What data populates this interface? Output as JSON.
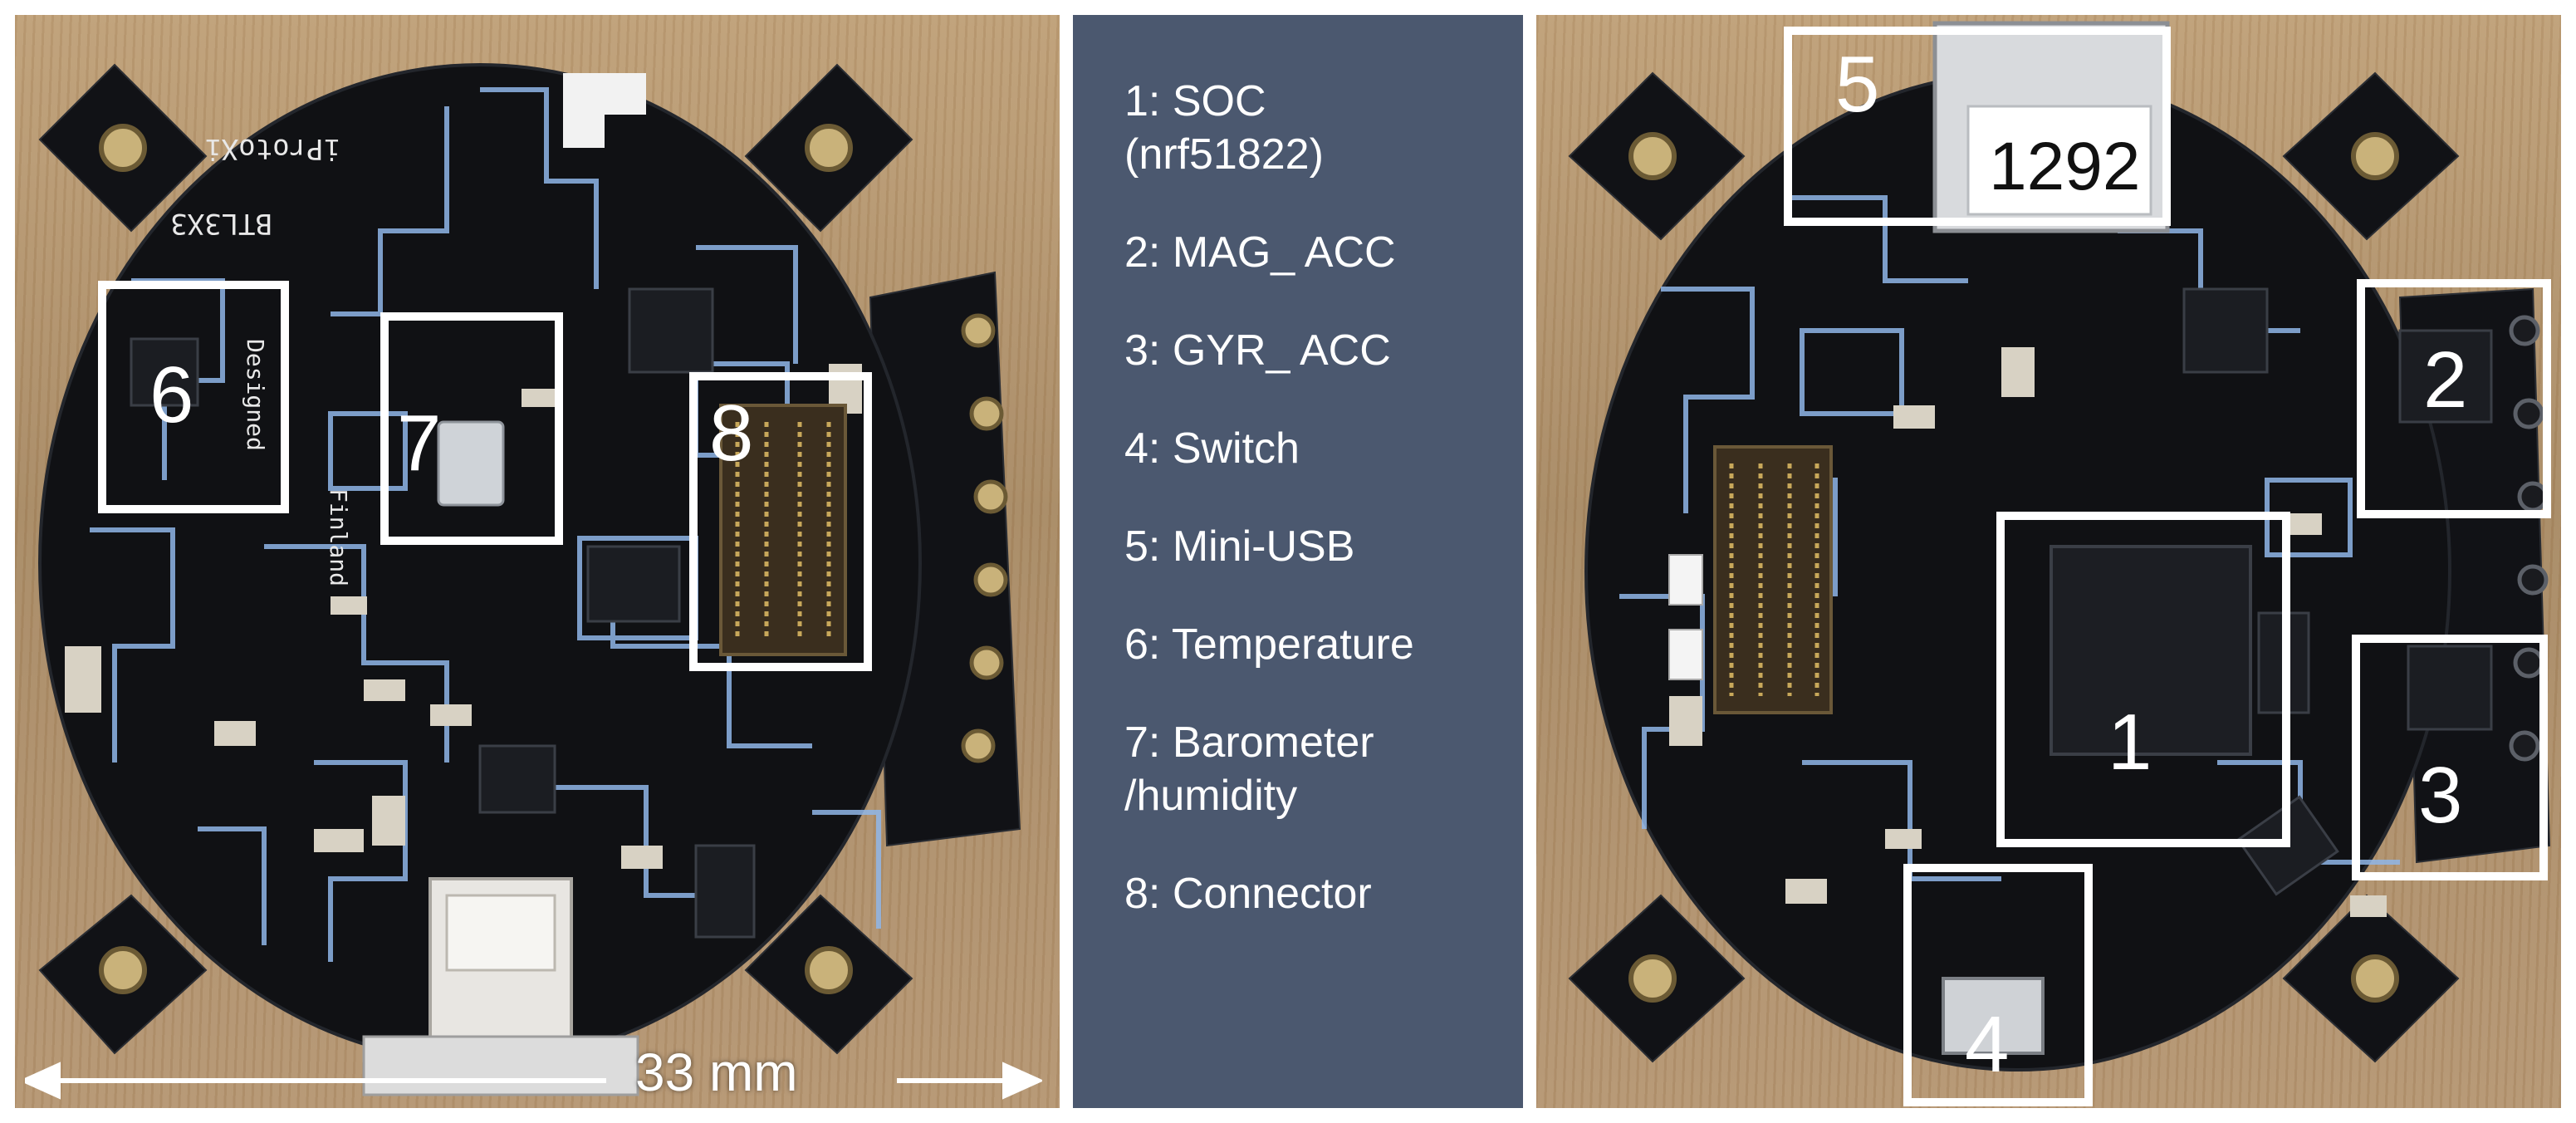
{
  "legend": [
    {
      "lines": [
        "1: SOC",
        "(nrf51822)"
      ]
    },
    {
      "lines": [
        "2: MAG_ ACC"
      ]
    },
    {
      "lines": [
        "3: GYR_ ACC"
      ]
    },
    {
      "lines": [
        "4: Switch"
      ]
    },
    {
      "lines": [
        "5: Mini-USB"
      ]
    },
    {
      "lines": [
        "6: Temperature"
      ]
    },
    {
      "lines": [
        "7: Barometer",
        "/humidity"
      ]
    },
    {
      "lines": [
        "8: Connector"
      ]
    }
  ],
  "left_photo": {
    "callouts": [
      "6",
      "7",
      "8"
    ],
    "silkscreen": [
      "iProtoXi",
      "BTL3X3",
      "Designed",
      "Finland"
    ],
    "scale_label": "33 mm"
  },
  "right_photo": {
    "callouts": [
      "1",
      "2",
      "3",
      "4",
      "5"
    ],
    "sticker_label": "1292"
  },
  "colors": {
    "legend_background": "#4b586f",
    "pcb": "#101114",
    "trace": "#8fb6e8",
    "wood": "#b3946f",
    "callout_border": "#ffffff"
  }
}
